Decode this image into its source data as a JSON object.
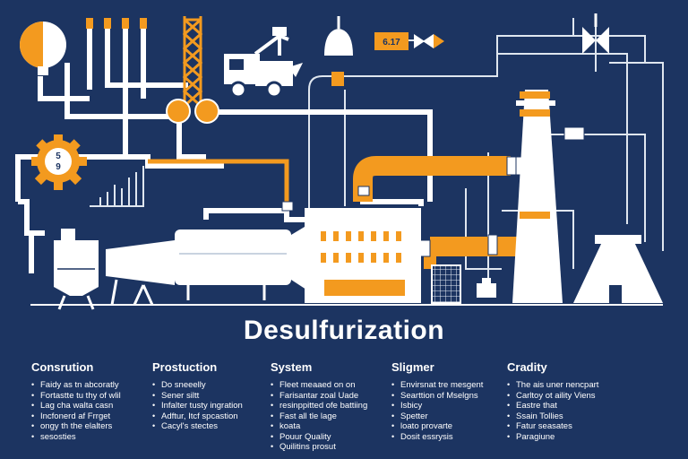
{
  "title": "Desulfurization",
  "gear": {
    "line1": "5",
    "line2": "9"
  },
  "badge": {
    "text": "6.17"
  },
  "colors": {
    "background": "#1c3461",
    "accent": "#f39a1f",
    "pipe": "#e8eef6",
    "text": "#ffffff"
  },
  "columns": [
    {
      "heading": "Consrution",
      "items": [
        "Faidy as tn abcoratly",
        "Fortastte tu thy of wlil",
        "Lag cha walta casn",
        "Incfonerd af Frrget",
        "ongy th the elalters",
        "sesosties"
      ]
    },
    {
      "heading": "Prostuction",
      "items": [
        "Do sneeelly",
        "Sener siltt",
        "Infalter tusty ingration",
        "Adftur, Itcf spcastion",
        "Cacyl's stectes"
      ]
    },
    {
      "heading": "System",
      "items": [
        "Fleet meaaed on on",
        "Farisantar zoal Uade",
        "resinppitted ofe battiing",
        "Fast all tle lage",
        "koata",
        "Pouur Quality",
        "Quilitins prosut"
      ]
    },
    {
      "heading": "Sligmer",
      "items": [
        "Envirsnat tre mesgent",
        "Searttion of Mselgns",
        "Isbicy",
        "Spetter",
        "loato provarte",
        "Dosit essrysis"
      ]
    },
    {
      "heading": "Cradity",
      "items": [
        "The ais uner nencpart",
        "Carltoy ot aility Viens",
        "Eastre that",
        "Ssain Tollies",
        "Fatur seasates",
        "Paragiune"
      ]
    }
  ]
}
